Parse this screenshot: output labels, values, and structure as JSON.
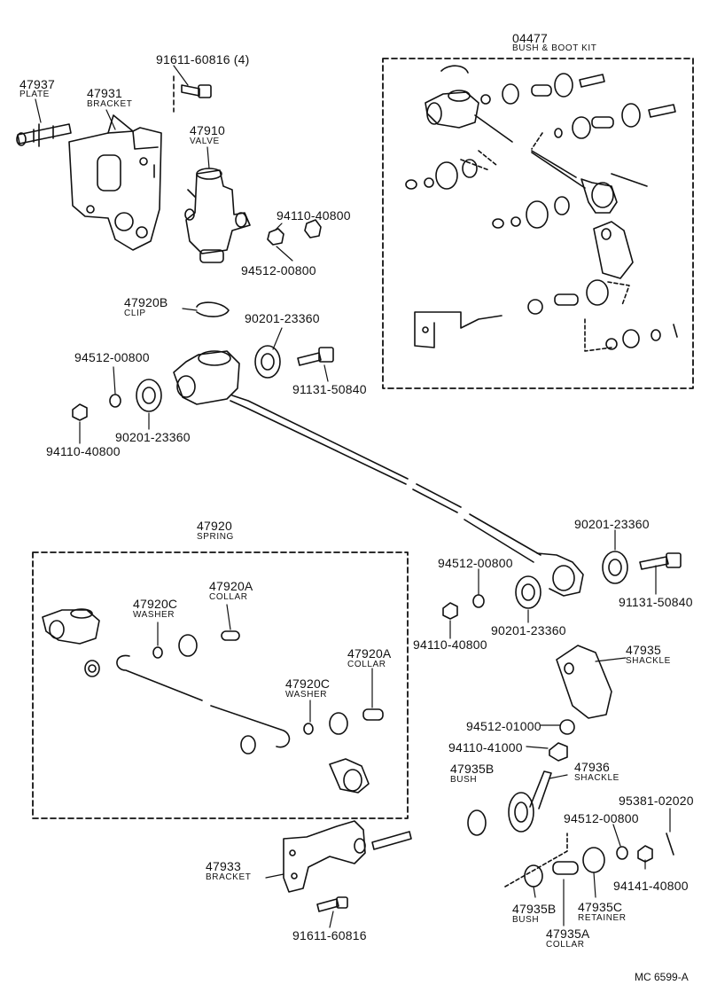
{
  "parts": [
    {
      "id": "p1",
      "number": "47937",
      "name": "PLATE"
    },
    {
      "id": "p2",
      "number": "47931",
      "name": "BRACKET"
    },
    {
      "id": "p3",
      "number": "91611-60816 (4)"
    },
    {
      "id": "p4",
      "number": "47910",
      "name": "VALVE"
    },
    {
      "id": "p5",
      "number": "04477",
      "name": "BUSH & BOOT KIT"
    },
    {
      "id": "p6",
      "number": "94110-40800"
    },
    {
      "id": "p7",
      "number": "94512-00800"
    },
    {
      "id": "p8",
      "number": "47920B",
      "name": "CLIP"
    },
    {
      "id": "p9",
      "number": "90201-23360"
    },
    {
      "id": "p10",
      "number": "94512-00800"
    },
    {
      "id": "p11",
      "number": "91131-50840"
    },
    {
      "id": "p12",
      "number": "90201-23360"
    },
    {
      "id": "p13",
      "number": "94110-40800"
    },
    {
      "id": "p14",
      "number": "47920",
      "name": "SPRING"
    },
    {
      "id": "p15",
      "number": "90201-23360"
    },
    {
      "id": "p16",
      "number": "94512-00800"
    },
    {
      "id": "p17",
      "number": "47920A",
      "name": "COLLAR"
    },
    {
      "id": "p18",
      "number": "47920C",
      "name": "WASHER"
    },
    {
      "id": "p19",
      "number": "91131-50840"
    },
    {
      "id": "p20",
      "number": "94110-40800"
    },
    {
      "id": "p21",
      "number": "90201-23360"
    },
    {
      "id": "p22",
      "number": "47935",
      "name": "SHACKLE"
    },
    {
      "id": "p23",
      "number": "47920A",
      "name": "COLLAR"
    },
    {
      "id": "p24",
      "number": "47920C",
      "name": "WASHER"
    },
    {
      "id": "p25",
      "number": "94512-01000"
    },
    {
      "id": "p26",
      "number": "94110-41000"
    },
    {
      "id": "p27",
      "number": "47935B",
      "name": "BUSH"
    },
    {
      "id": "p28",
      "number": "47936",
      "name": "SHACKLE"
    },
    {
      "id": "p29",
      "number": "95381-02020"
    },
    {
      "id": "p30",
      "number": "94512-00800"
    },
    {
      "id": "p31",
      "number": "47933",
      "name": "BRACKET"
    },
    {
      "id": "p32",
      "number": "94141-40800"
    },
    {
      "id": "p33",
      "number": "47935B",
      "name": "BUSH"
    },
    {
      "id": "p34",
      "number": "47935C",
      "name": "RETAINER"
    },
    {
      "id": "p35",
      "number": "91611-60816"
    },
    {
      "id": "p36",
      "number": "47935A",
      "name": "COLLAR"
    }
  ],
  "diagram_ref": "MC 6599-A"
}
